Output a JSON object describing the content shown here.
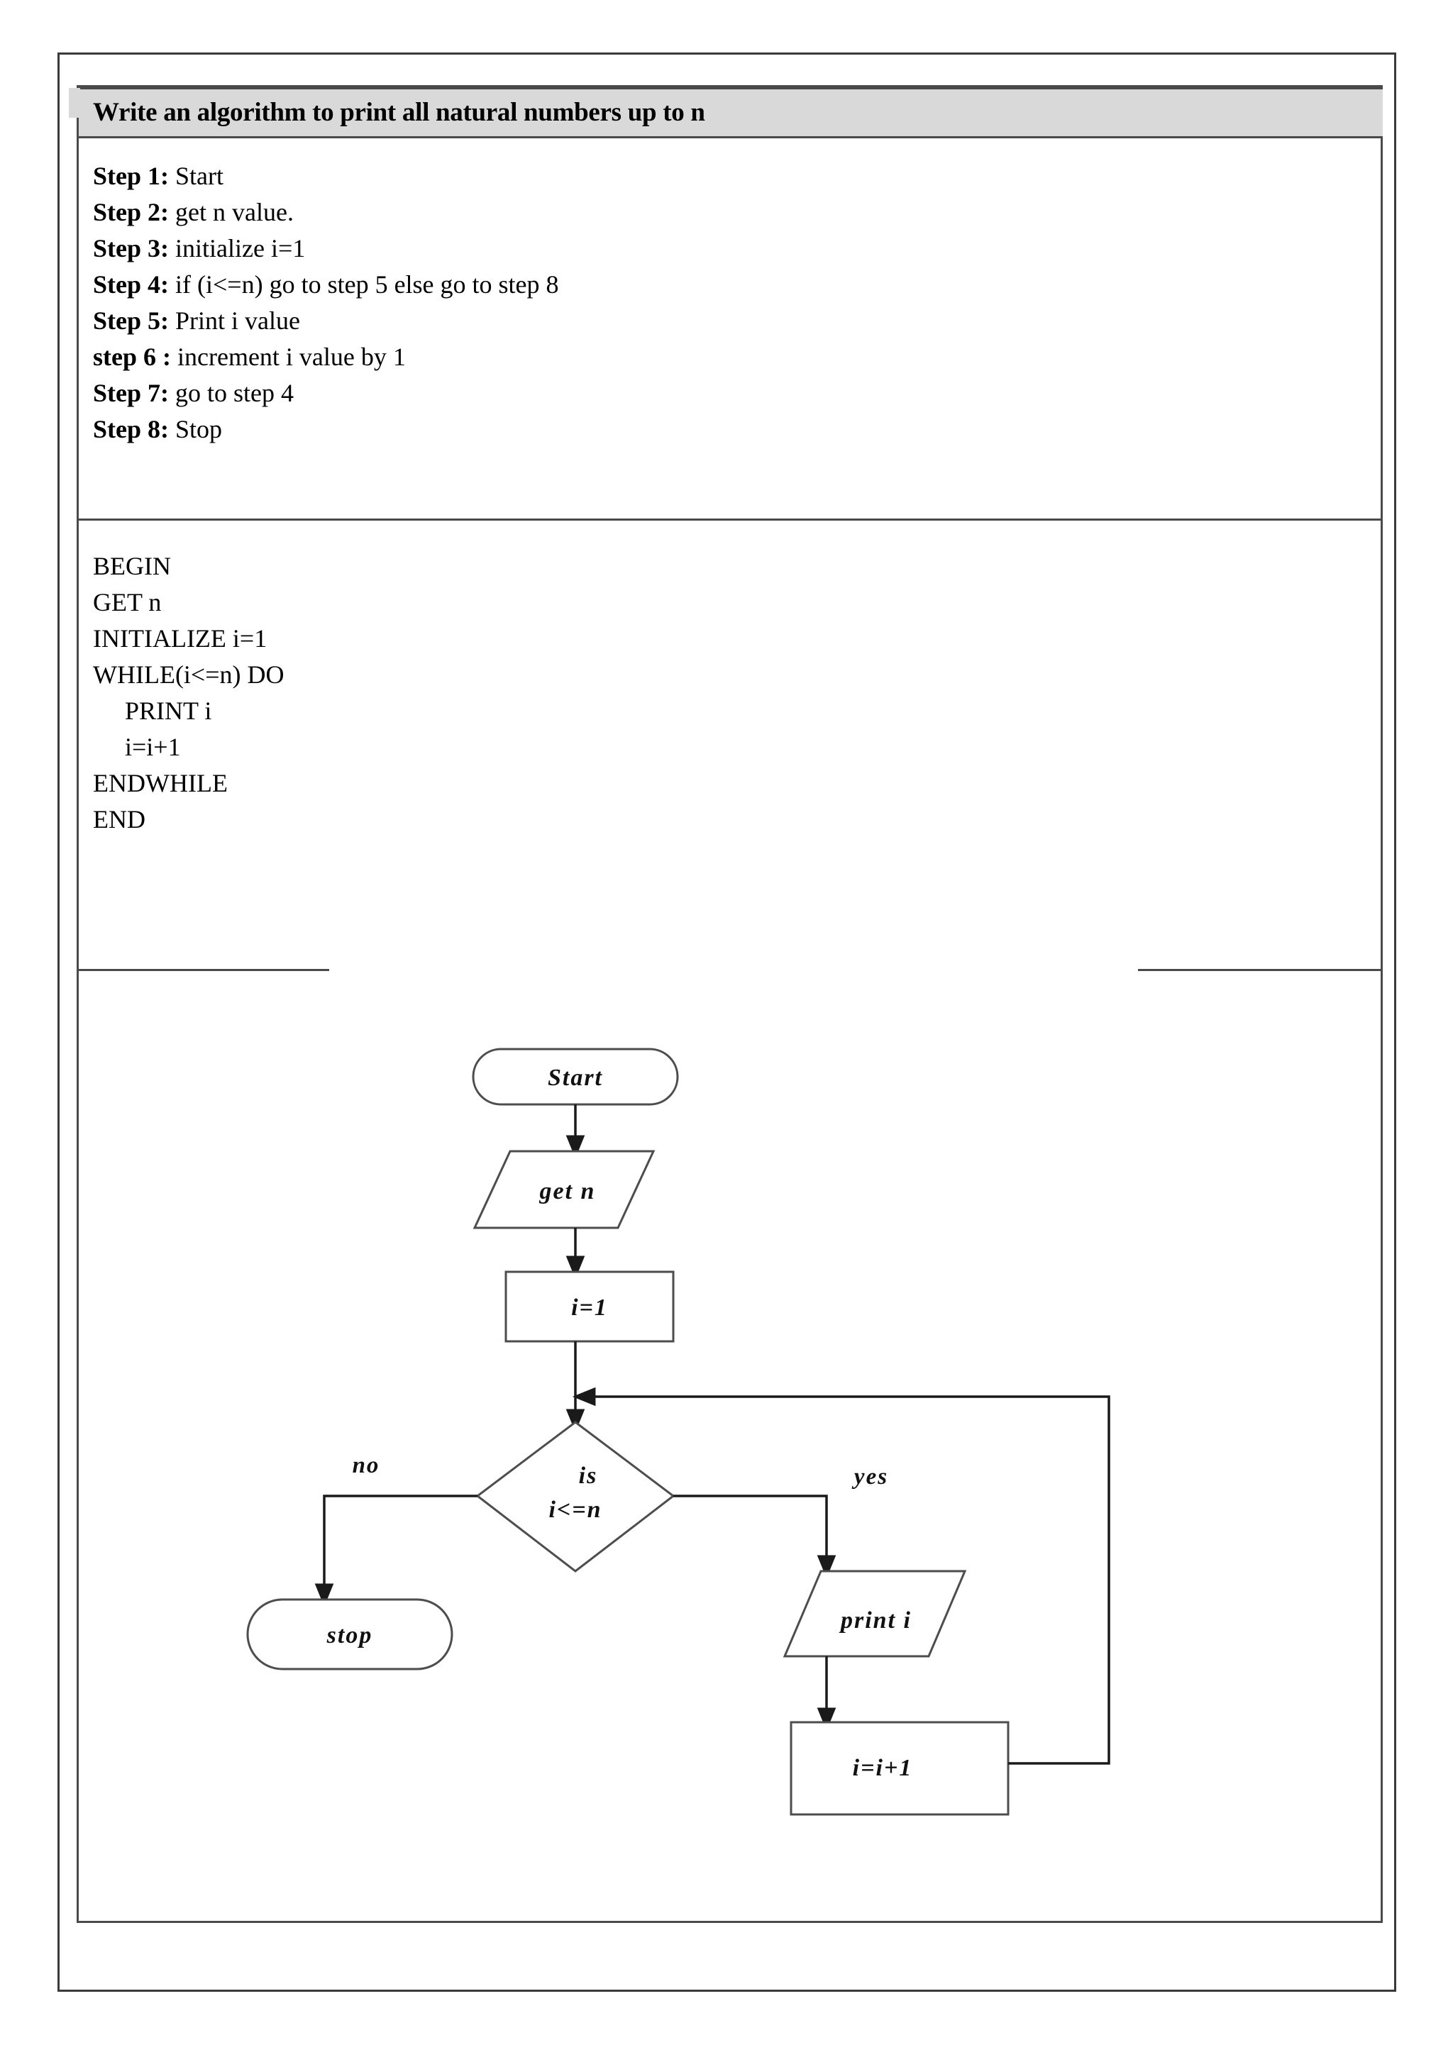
{
  "document": {
    "title": "Write an algorithm to print all natural numbers up to n",
    "border_color": "#3a3a3a",
    "title_bar_color": "#d9d9d9"
  },
  "steps": [
    {
      "label": "Step 1:",
      "text": "Start"
    },
    {
      "label": "Step 2:",
      "text": "get n value."
    },
    {
      "label": "Step 3:",
      "text": "initialize i=1"
    },
    {
      "label": "Step 4:",
      "text": "if (i<=n) go to step 5 else go to step 8"
    },
    {
      "label": "Step 5:",
      "text": "Print i value"
    },
    {
      "label": "step 6 :",
      "text": "increment i value by 1"
    },
    {
      "label": "Step 7:",
      "text": "go to step 4"
    },
    {
      "label": "Step 8:",
      "text": "Stop"
    }
  ],
  "pseudocode": [
    "BEGIN",
    "GET n",
    "INITIALIZE i=1",
    "WHILE(i<=n) DO",
    "     PRINT i",
    "     i=i+1",
    "ENDWHILE",
    "END"
  ],
  "flowchart": {
    "nodes": {
      "start": {
        "shape": "terminator",
        "label": "Start"
      },
      "get_n": {
        "shape": "parallelogram",
        "label": "get  n"
      },
      "init": {
        "shape": "rectangle",
        "label": "i=1"
      },
      "decision_line1": {
        "shape": "diamond",
        "label": "is"
      },
      "decision_line2": {
        "shape": "diamond",
        "label": "i<=n"
      },
      "stop": {
        "shape": "terminator",
        "label": "stop"
      },
      "print_i": {
        "shape": "parallelogram",
        "label": "print  i"
      },
      "increment": {
        "shape": "rectangle",
        "label": "i=i+1"
      }
    },
    "edge_labels": {
      "no": "no",
      "yes": "yes"
    },
    "stroke_color": "#4d4d4d",
    "arrow_color": "#1a1a1a"
  }
}
